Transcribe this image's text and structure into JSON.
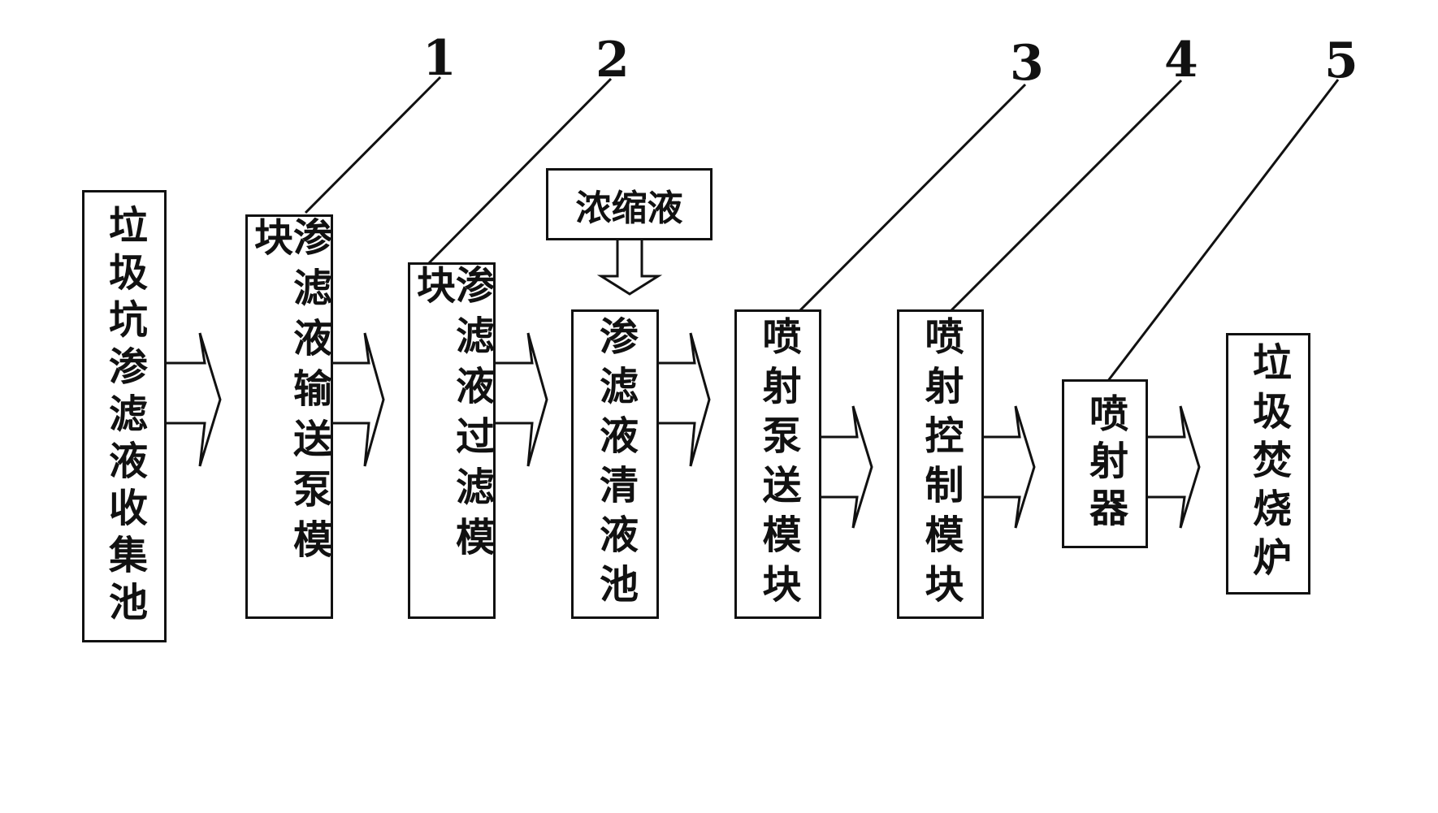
{
  "blocks": {
    "b0": "垃圾坑渗滤液收集池",
    "b1": "渗滤液输送泵模块",
    "b2": "渗滤液过滤模块",
    "b3": "渗滤液清液池",
    "b4": "喷射泵送模块",
    "b5": "喷射控制模块",
    "b6": "喷射器",
    "b7": "垃圾焚烧炉",
    "concentrate": "浓缩液"
  },
  "callouts": [
    "1",
    "2",
    "3",
    "4",
    "5"
  ],
  "colors": {
    "line": "#111111",
    "background": "#ffffff"
  }
}
